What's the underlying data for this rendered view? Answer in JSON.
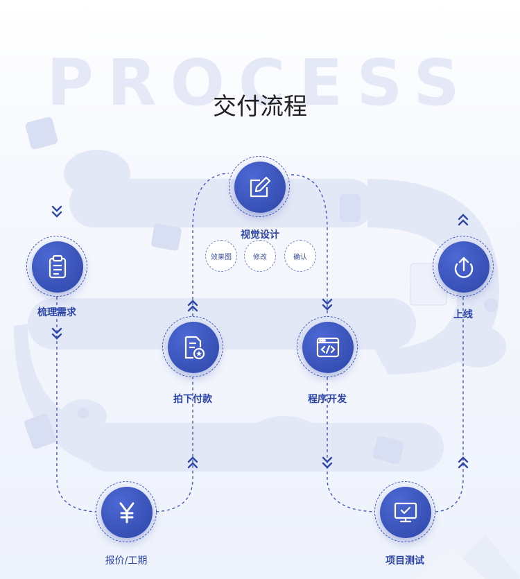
{
  "header": {
    "watermark": "PROCESS",
    "title": "交付流程"
  },
  "steps": {
    "requirements": {
      "label": "梳理需求",
      "icon": "clipboard-icon"
    },
    "quote": {
      "label": "报价/工期",
      "icon": "yen-icon"
    },
    "payment": {
      "label": "拍下付款",
      "icon": "document-star-icon"
    },
    "design": {
      "label": "视觉设计",
      "icon": "pen-edit-icon"
    },
    "development": {
      "label": "程序开发",
      "icon": "code-window-icon"
    },
    "testing": {
      "label": "项目测试",
      "icon": "monitor-check-icon"
    },
    "launch": {
      "label": "上线",
      "icon": "upload-arrow-icon"
    }
  },
  "design_substeps": [
    "效果图",
    "修改",
    "确认"
  ],
  "colors": {
    "primary": "#2d46a8",
    "dash": "#3e57bc",
    "watermark": "#e4e8f7",
    "title": "#222222"
  }
}
